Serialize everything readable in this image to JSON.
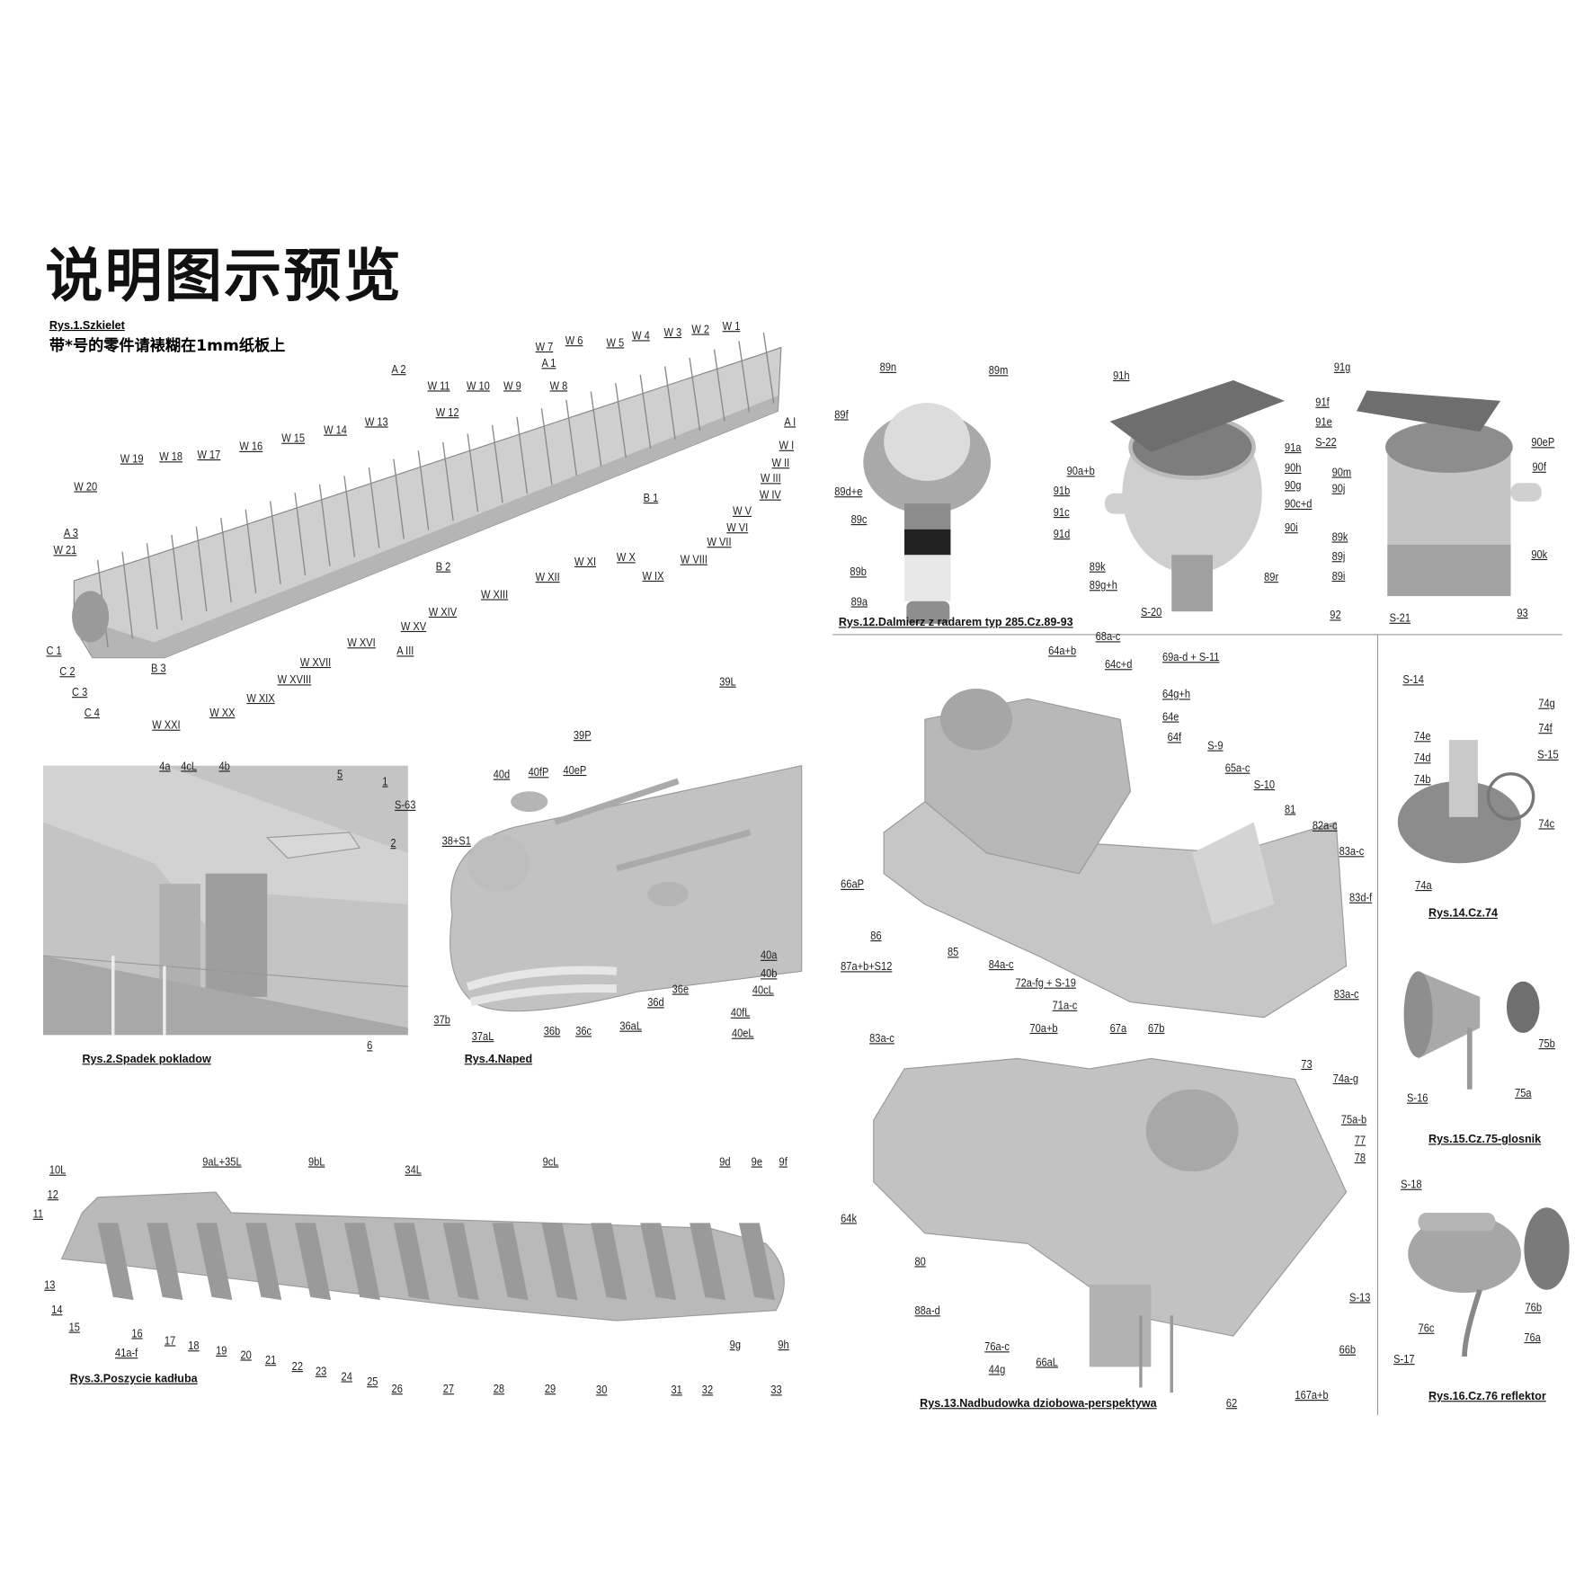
{
  "header": {
    "title": "说明图示预览",
    "fig1_caption": "Rys.1.Szkielet",
    "note": "带*号的零件请裱糊在1mm纸板上"
  },
  "figures": {
    "skeleton": {
      "labels": [
        "W 1",
        "W 2",
        "W 3",
        "W 4",
        "W 5",
        "W 6",
        "W 7",
        "A 1",
        "W 8",
        "W 9",
        "W 10",
        "W 11",
        "W 12",
        "A 2",
        "W 13",
        "W 14",
        "W 15",
        "W 16",
        "W 17",
        "W 18",
        "W 19",
        "W 20",
        "A 3",
        "W 21",
        "C 1",
        "C 2",
        "C 3",
        "C 4",
        "B 3",
        "W XXI",
        "W XX",
        "W XIX",
        "W XVIII",
        "W XVII",
        "W XVI",
        "A III",
        "W XV",
        "W XIV",
        "W XIII",
        "W XII",
        "B 2",
        "W XI",
        "W X",
        "W IX",
        "W VIII",
        "W VII",
        "W VI",
        "W V",
        "W IV",
        "W III",
        "W II",
        "W I",
        "A I",
        "B 1"
      ]
    },
    "deck": {
      "caption": "Rys.2.Spadek pokladow",
      "labels": [
        "4a",
        "4cL",
        "4b",
        "5",
        "1",
        "S-63",
        "2",
        "6"
      ]
    },
    "drive": {
      "caption": "Rys.4.Naped",
      "labels": [
        "39L",
        "39P",
        "40d",
        "40fP",
        "40eP",
        "38+S1",
        "40a",
        "40b",
        "40cL",
        "40fL",
        "40eL",
        "36e",
        "36d",
        "36aL",
        "36c",
        "36b",
        "37aL",
        "37b"
      ]
    },
    "hull": {
      "caption": "Rys.3.Poszycie kadłuba",
      "labels": [
        "10L",
        "9aL+35L",
        "9bL",
        "34L",
        "9cL",
        "9d",
        "9e",
        "9f",
        "11",
        "12",
        "13",
        "14",
        "15",
        "16",
        "41a-f",
        "17",
        "18",
        "19",
        "20",
        "21",
        "22",
        "23",
        "24",
        "25",
        "26",
        "27",
        "28",
        "29",
        "30",
        "31",
        "32",
        "33",
        "9g",
        "9h"
      ]
    },
    "rangefinder": {
      "caption": "Rys.12.Dalmierz z radarem typ 285.Cz.89-93",
      "labels": [
        "89n",
        "89m",
        "89f",
        "89d+e",
        "89c",
        "89b",
        "89a",
        "91h",
        "91a",
        "90h",
        "90g",
        "90c+d",
        "90a+b",
        "91b",
        "91c",
        "91d",
        "90i",
        "89k",
        "89g+h",
        "89r",
        "S-20",
        "91g",
        "91f",
        "91e",
        "S-22",
        "90eP",
        "90f",
        "90m",
        "90j",
        "89k",
        "89j",
        "89i",
        "90k",
        "92",
        "S-21",
        "93"
      ]
    },
    "superstructure": {
      "caption": "Rys.13.Nadbudowka dziobowa-perspektywa",
      "labels": [
        "68a-c",
        "64a+b",
        "64c+d",
        "69a-d + S-11",
        "64g+h",
        "64e",
        "64f",
        "S-9",
        "65a-c",
        "S-10",
        "81",
        "82a-c",
        "83a-c",
        "83d-f",
        "66aP",
        "86",
        "87a+b+S12",
        "85",
        "84a-c",
        "83a-c",
        "72a-fg + S-19",
        "71a-c",
        "70a+b",
        "67a",
        "67b",
        "83a-c",
        "73",
        "74a-g",
        "75a-b",
        "77",
        "78",
        "64k",
        "80",
        "88a-d",
        "S-13",
        "76a-c",
        "44g",
        "66aL",
        "66b",
        "62",
        "167a+b"
      ]
    },
    "part74": {
      "caption": "Rys.14.Cz.74",
      "labels": [
        "S-14",
        "74g",
        "74f",
        "S-15",
        "74e",
        "74d",
        "74b",
        "74c",
        "74a"
      ]
    },
    "part75": {
      "caption": "Rys.15.Cz.75-glosnik",
      "labels": [
        "75b",
        "75a",
        "S-16"
      ]
    },
    "part76": {
      "caption": "Rys.16.Cz.76 reflektor",
      "labels": [
        "S-18",
        "76b",
        "76c",
        "76a",
        "S-17"
      ]
    }
  }
}
